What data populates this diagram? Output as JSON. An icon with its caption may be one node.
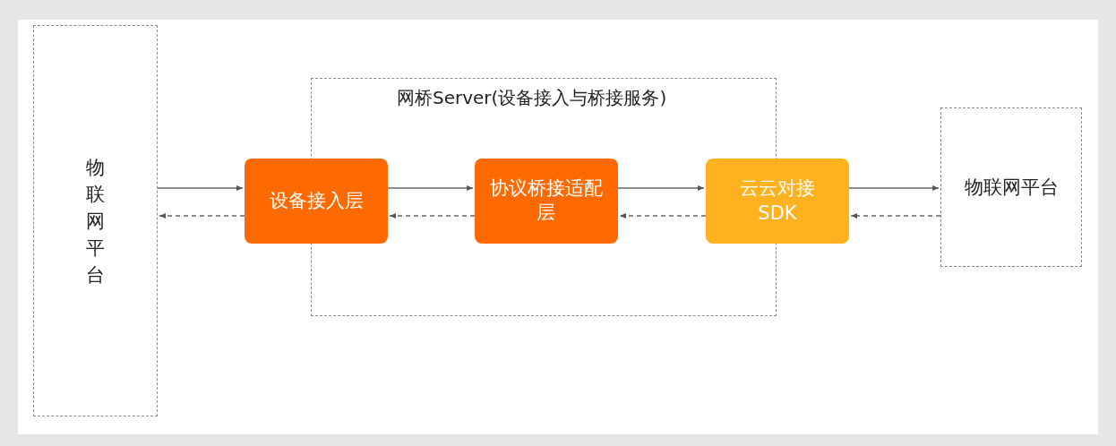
{
  "diagram": {
    "nodes": [
      {
        "text": [
          "物联网平台"
        ]
      },
      {
        "text": [
          "网桥Server(设备接入与桥接服务)"
        ]
      },
      {
        "text": [
          "设备接入层"
        ]
      },
      {
        "text": [
          "协议桥接适配层"
        ],
        "in": 1
      },
      {
        "text": [
          "云云对接SDK"
        ]
      },
      {
        "text": [
          "物联网平台"
        ]
      }
    ],
    "edges": [
      {
        "from": 0,
        "to": 2,
        "arrow": "to"
      },
      {
        "from": 2,
        "to": 3,
        "arrow": "to"
      },
      {
        "from": 3,
        "to": 4,
        "arrow": "to"
      },
      {
        "from": 4,
        "to": 5,
        "arrow": "to"
      },
      {
        "from": 5,
        "to": 4,
        "arrow": "to",
        "style": "dashed"
      },
      {
        "from": 4,
        "to": 3,
        "arrow": "to",
        "style": "dashed"
      },
      {
        "from": 3,
        "to": 2,
        "arrow": "to",
        "style": "dashed"
      },
      {
        "from": 2,
        "to": 0,
        "arrow": "to",
        "style": "dashed"
      }
    ]
  }
}
